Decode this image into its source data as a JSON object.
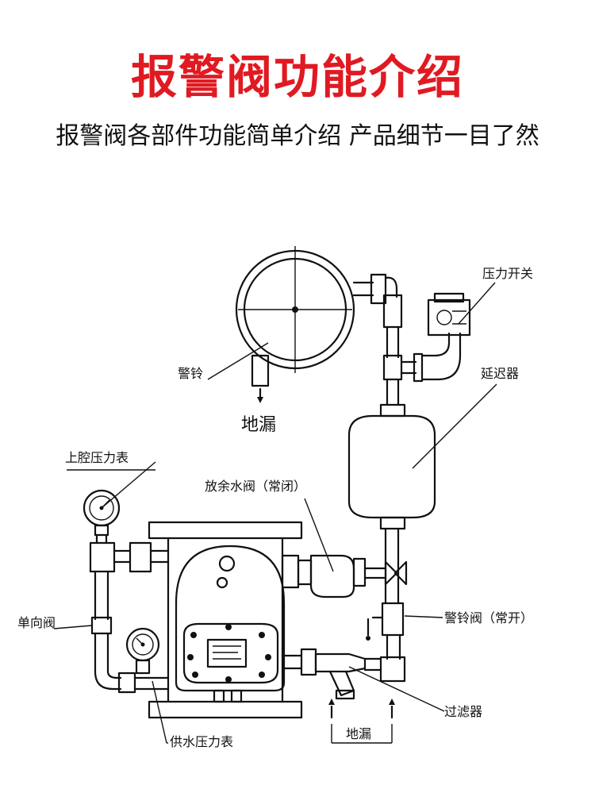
{
  "header": {
    "title": "报警阀功能介绍",
    "subtitle": "报警阀各部件功能简单介绍 产品细节一目了然"
  },
  "labels": {
    "pressure_switch": "压力开关",
    "alarm_bell": "警铃",
    "floor_drain_top": "地漏",
    "retarder": "延迟器",
    "upper_chamber_gauge": "上腔压力表",
    "drain_valve": "放余水阀（常闭）",
    "check_valve": "单向阀",
    "bell_valve": "警铃阀（常开）",
    "filter": "过滤器",
    "supply_gauge": "供水压力表",
    "floor_drain_bottom": "地漏"
  },
  "colors": {
    "title": "#e01a22",
    "text": "#111111",
    "background": "#ffffff"
  }
}
